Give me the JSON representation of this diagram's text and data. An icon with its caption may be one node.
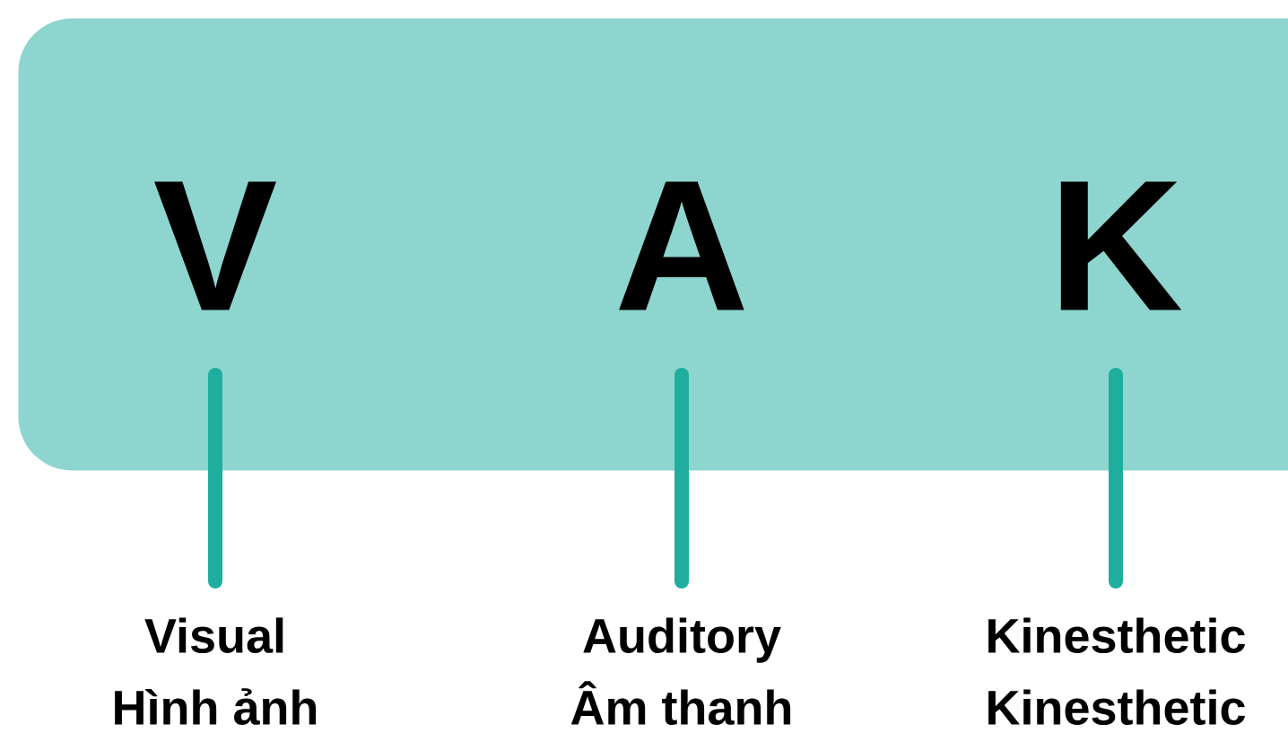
{
  "diagram": {
    "nodes": [
      {
        "text": [],
        "shape": "box"
      },
      {
        "text": [
          "V"
        ],
        "in": 0
      },
      {
        "text": [
          "A"
        ],
        "in": 0
      },
      {
        "text": [
          "K"
        ],
        "in": 0
      },
      {
        "text": [
          "Visual",
          "Hình ảnh"
        ]
      },
      {
        "text": [
          "Auditory",
          "Âm thanh"
        ]
      },
      {
        "text": [
          "Kinesthetic",
          "Kinesthetic"
        ]
      }
    ],
    "edges": [
      {
        "from": 1,
        "to": 4,
        "arrow": "none"
      },
      {
        "from": 2,
        "to": 5,
        "arrow": "none"
      },
      {
        "from": 3,
        "to": 6,
        "arrow": "none"
      }
    ]
  }
}
